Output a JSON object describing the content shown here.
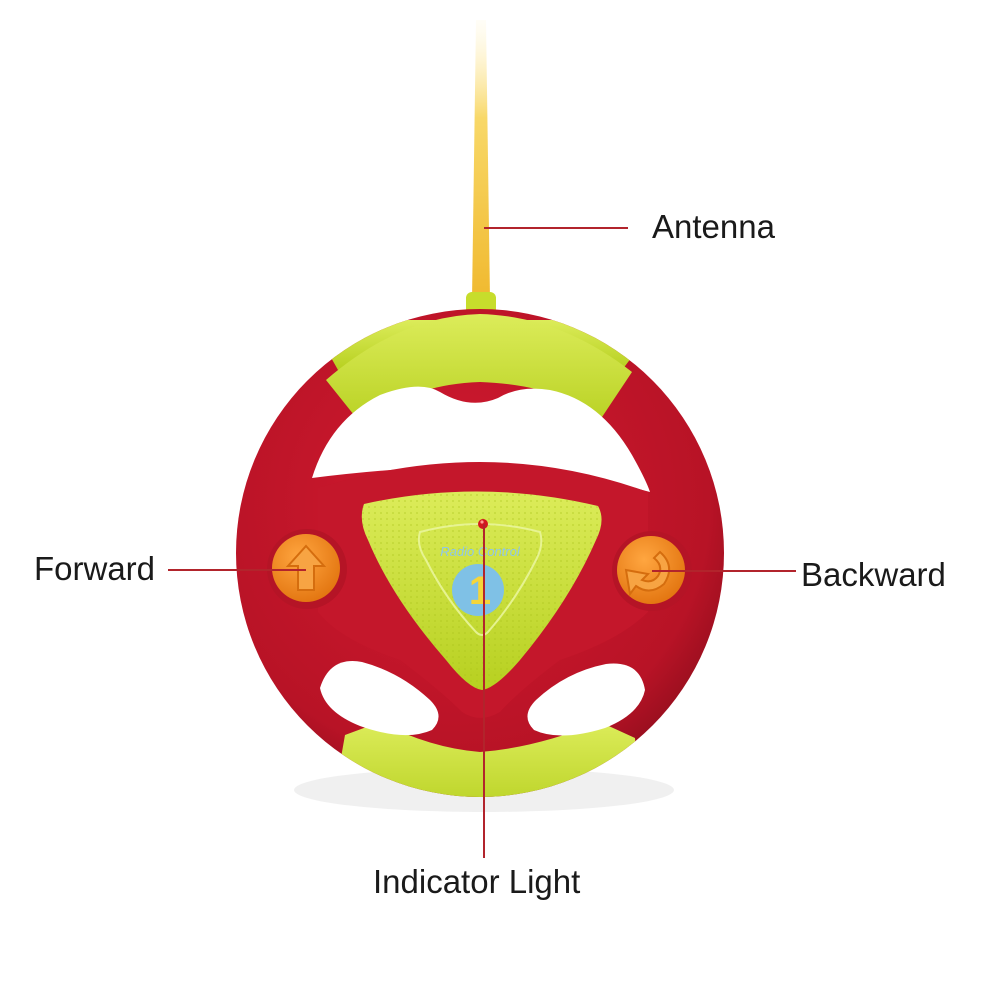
{
  "callouts": {
    "antenna": "Antenna",
    "forward": "Forward",
    "backward": "Backward",
    "indicator_light": "Indicator Light"
  },
  "device": {
    "panel_text": "Radio Control",
    "channel_number": "1"
  },
  "colors": {
    "background": "#ffffff",
    "wheel_red": "#c0152a",
    "wheel_red_dark": "#8e0d1c",
    "grip_lime": "#c9df2e",
    "grip_lime_light": "#dcec5a",
    "button_orange": "#f08a1c",
    "antenna_yellow": "#f3c640",
    "panel_blue": "#7fc1e6",
    "leader_line": "#b2242c",
    "label_text": "#1a1a1a"
  }
}
